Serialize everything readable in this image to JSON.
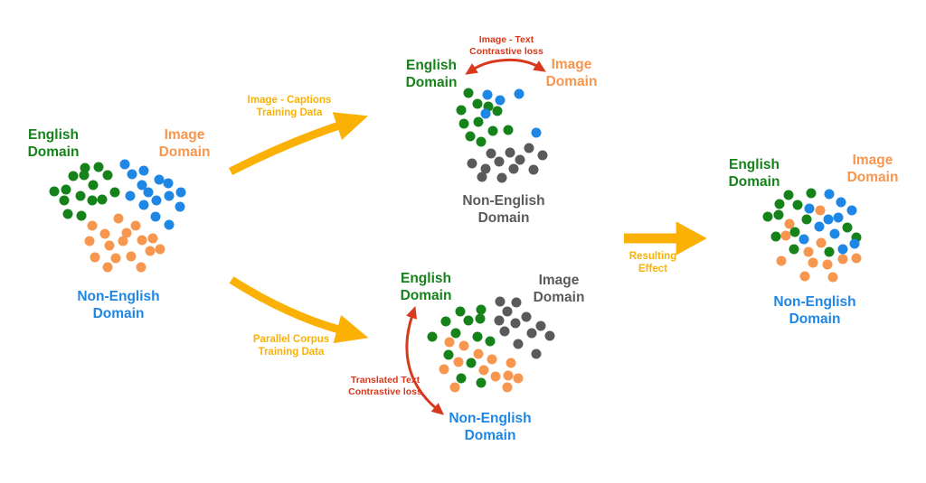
{
  "colors": {
    "green": "#16821A",
    "blue": "#1E86E4",
    "orange": "#F7964E",
    "gray": "#5A5A5A",
    "yellow": "#FBB103",
    "red": "#D8391D",
    "bg": "#FFFFFF"
  },
  "dot_radius": 5.5,
  "panels": {
    "left": {
      "english_label": "English Domain",
      "image_label": "Image Domain",
      "non_english_label": "Non-English Domain",
      "dots": {
        "green": [
          [
            94,
            186
          ],
          [
            109,
            185
          ],
          [
            81,
            195
          ],
          [
            93,
            194
          ],
          [
            119,
            194
          ],
          [
            60,
            212
          ],
          [
            73,
            210
          ],
          [
            103,
            205
          ],
          [
            89,
            217
          ],
          [
            127,
            213
          ],
          [
            71,
            222
          ],
          [
            102,
            222
          ],
          [
            113,
            221
          ],
          [
            75,
            237
          ],
          [
            90,
            239
          ]
        ],
        "blue": [
          [
            138,
            182
          ],
          [
            146,
            193
          ],
          [
            159,
            189
          ],
          [
            157,
            205
          ],
          [
            176,
            199
          ],
          [
            186,
            203
          ],
          [
            144,
            217
          ],
          [
            164,
            213
          ],
          [
            187,
            217
          ],
          [
            200,
            213
          ],
          [
            159,
            227
          ],
          [
            173,
            222
          ],
          [
            199,
            229
          ],
          [
            172,
            240
          ],
          [
            187,
            249
          ]
        ],
        "orange": [
          [
            131,
            242
          ],
          [
            150,
            250
          ],
          [
            102,
            250
          ],
          [
            116,
            259
          ],
          [
            140,
            258
          ],
          [
            99,
            267
          ],
          [
            136,
            267
          ],
          [
            157,
            266
          ],
          [
            169,
            264
          ],
          [
            121,
            272
          ],
          [
            177,
            276
          ],
          [
            105,
            285
          ],
          [
            128,
            286
          ],
          [
            145,
            284
          ],
          [
            166,
            278
          ],
          [
            119,
            296
          ],
          [
            156,
            296
          ]
        ]
      }
    },
    "top_middle": {
      "english_label": "English Domain",
      "image_label": "Image Domain",
      "non_english_label": "Non-English Domain",
      "loss_label": "Image - Text Contrastive loss",
      "dots": {
        "green": [
          [
            518,
            103
          ],
          [
            528,
            115
          ],
          [
            510,
            122
          ],
          [
            540,
            118
          ],
          [
            550,
            123
          ],
          [
            513,
            137
          ],
          [
            529,
            135
          ],
          [
            520,
            151
          ],
          [
            545,
            145
          ],
          [
            562,
            144
          ],
          [
            532,
            157
          ]
        ],
        "blue": [
          [
            539,
            105
          ],
          [
            553,
            111
          ],
          [
            574,
            104
          ],
          [
            537,
            126
          ],
          [
            593,
            147
          ]
        ],
        "gray": [
          [
            585,
            164
          ],
          [
            543,
            170
          ],
          [
            564,
            169
          ],
          [
            600,
            172
          ],
          [
            575,
            177
          ],
          [
            522,
            181
          ],
          [
            552,
            179
          ],
          [
            537,
            187
          ],
          [
            568,
            187
          ],
          [
            590,
            188
          ],
          [
            533,
            196
          ],
          [
            555,
            197
          ]
        ]
      }
    },
    "bottom_middle": {
      "english_label": "English Domain",
      "image_label": "Image Domain",
      "non_english_label": "Non-English Domain",
      "loss_label": "Translated Text Contrastive loss",
      "dots": {
        "green": [
          [
            509,
            345
          ],
          [
            532,
            343
          ],
          [
            493,
            356
          ],
          [
            518,
            355
          ],
          [
            531,
            353
          ],
          [
            478,
            373
          ],
          [
            504,
            369
          ],
          [
            528,
            373
          ],
          [
            542,
            378
          ],
          [
            496,
            393
          ],
          [
            521,
            402
          ],
          [
            510,
            419
          ],
          [
            532,
            424
          ]
        ],
        "orange": [
          [
            497,
            379
          ],
          [
            513,
            383
          ],
          [
            529,
            392
          ],
          [
            544,
            398
          ],
          [
            507,
            401
          ],
          [
            491,
            409
          ],
          [
            535,
            410
          ],
          [
            565,
            402
          ],
          [
            548,
            417
          ],
          [
            562,
            416
          ],
          [
            573,
            419
          ],
          [
            503,
            429
          ],
          [
            561,
            429
          ]
        ],
        "gray": [
          [
            553,
            334
          ],
          [
            571,
            335
          ],
          [
            561,
            345
          ],
          [
            552,
            355
          ],
          [
            582,
            351
          ],
          [
            570,
            358
          ],
          [
            598,
            361
          ],
          [
            558,
            367
          ],
          [
            588,
            369
          ],
          [
            608,
            372
          ],
          [
            573,
            381
          ],
          [
            593,
            392
          ]
        ]
      }
    },
    "right": {
      "english_label": "English Domain",
      "image_label": "Image Domain",
      "non_english_label": "Non-English Domain",
      "dots": {
        "green": [
          [
            872,
            216
          ],
          [
            897,
            214
          ],
          [
            862,
            226
          ],
          [
            882,
            227
          ],
          [
            849,
            240
          ],
          [
            861,
            238
          ],
          [
            892,
            243
          ],
          [
            858,
            262
          ],
          [
            879,
            257
          ],
          [
            937,
            252
          ],
          [
            947,
            263
          ],
          [
            878,
            276
          ],
          [
            917,
            279
          ]
        ],
        "blue": [
          [
            917,
            215
          ],
          [
            930,
            224
          ],
          [
            895,
            231
          ],
          [
            942,
            233
          ],
          [
            916,
            243
          ],
          [
            927,
            241
          ],
          [
            906,
            251
          ],
          [
            923,
            259
          ],
          [
            889,
            265
          ],
          [
            945,
            270
          ],
          [
            932,
            276
          ]
        ],
        "orange": [
          [
            907,
            233
          ],
          [
            873,
            248
          ],
          [
            869,
            261
          ],
          [
            908,
            269
          ],
          [
            894,
            279
          ],
          [
            864,
            289
          ],
          [
            899,
            291
          ],
          [
            915,
            293
          ],
          [
            932,
            287
          ],
          [
            947,
            286
          ],
          [
            890,
            306
          ],
          [
            921,
            307
          ]
        ]
      }
    }
  },
  "arrows": {
    "image_captions": {
      "label": "Image - Captions Training Data"
    },
    "parallel_corpus": {
      "label": "Parallel Corpus Training Data"
    },
    "resulting_effect": {
      "label": "Resulting Effect"
    }
  }
}
